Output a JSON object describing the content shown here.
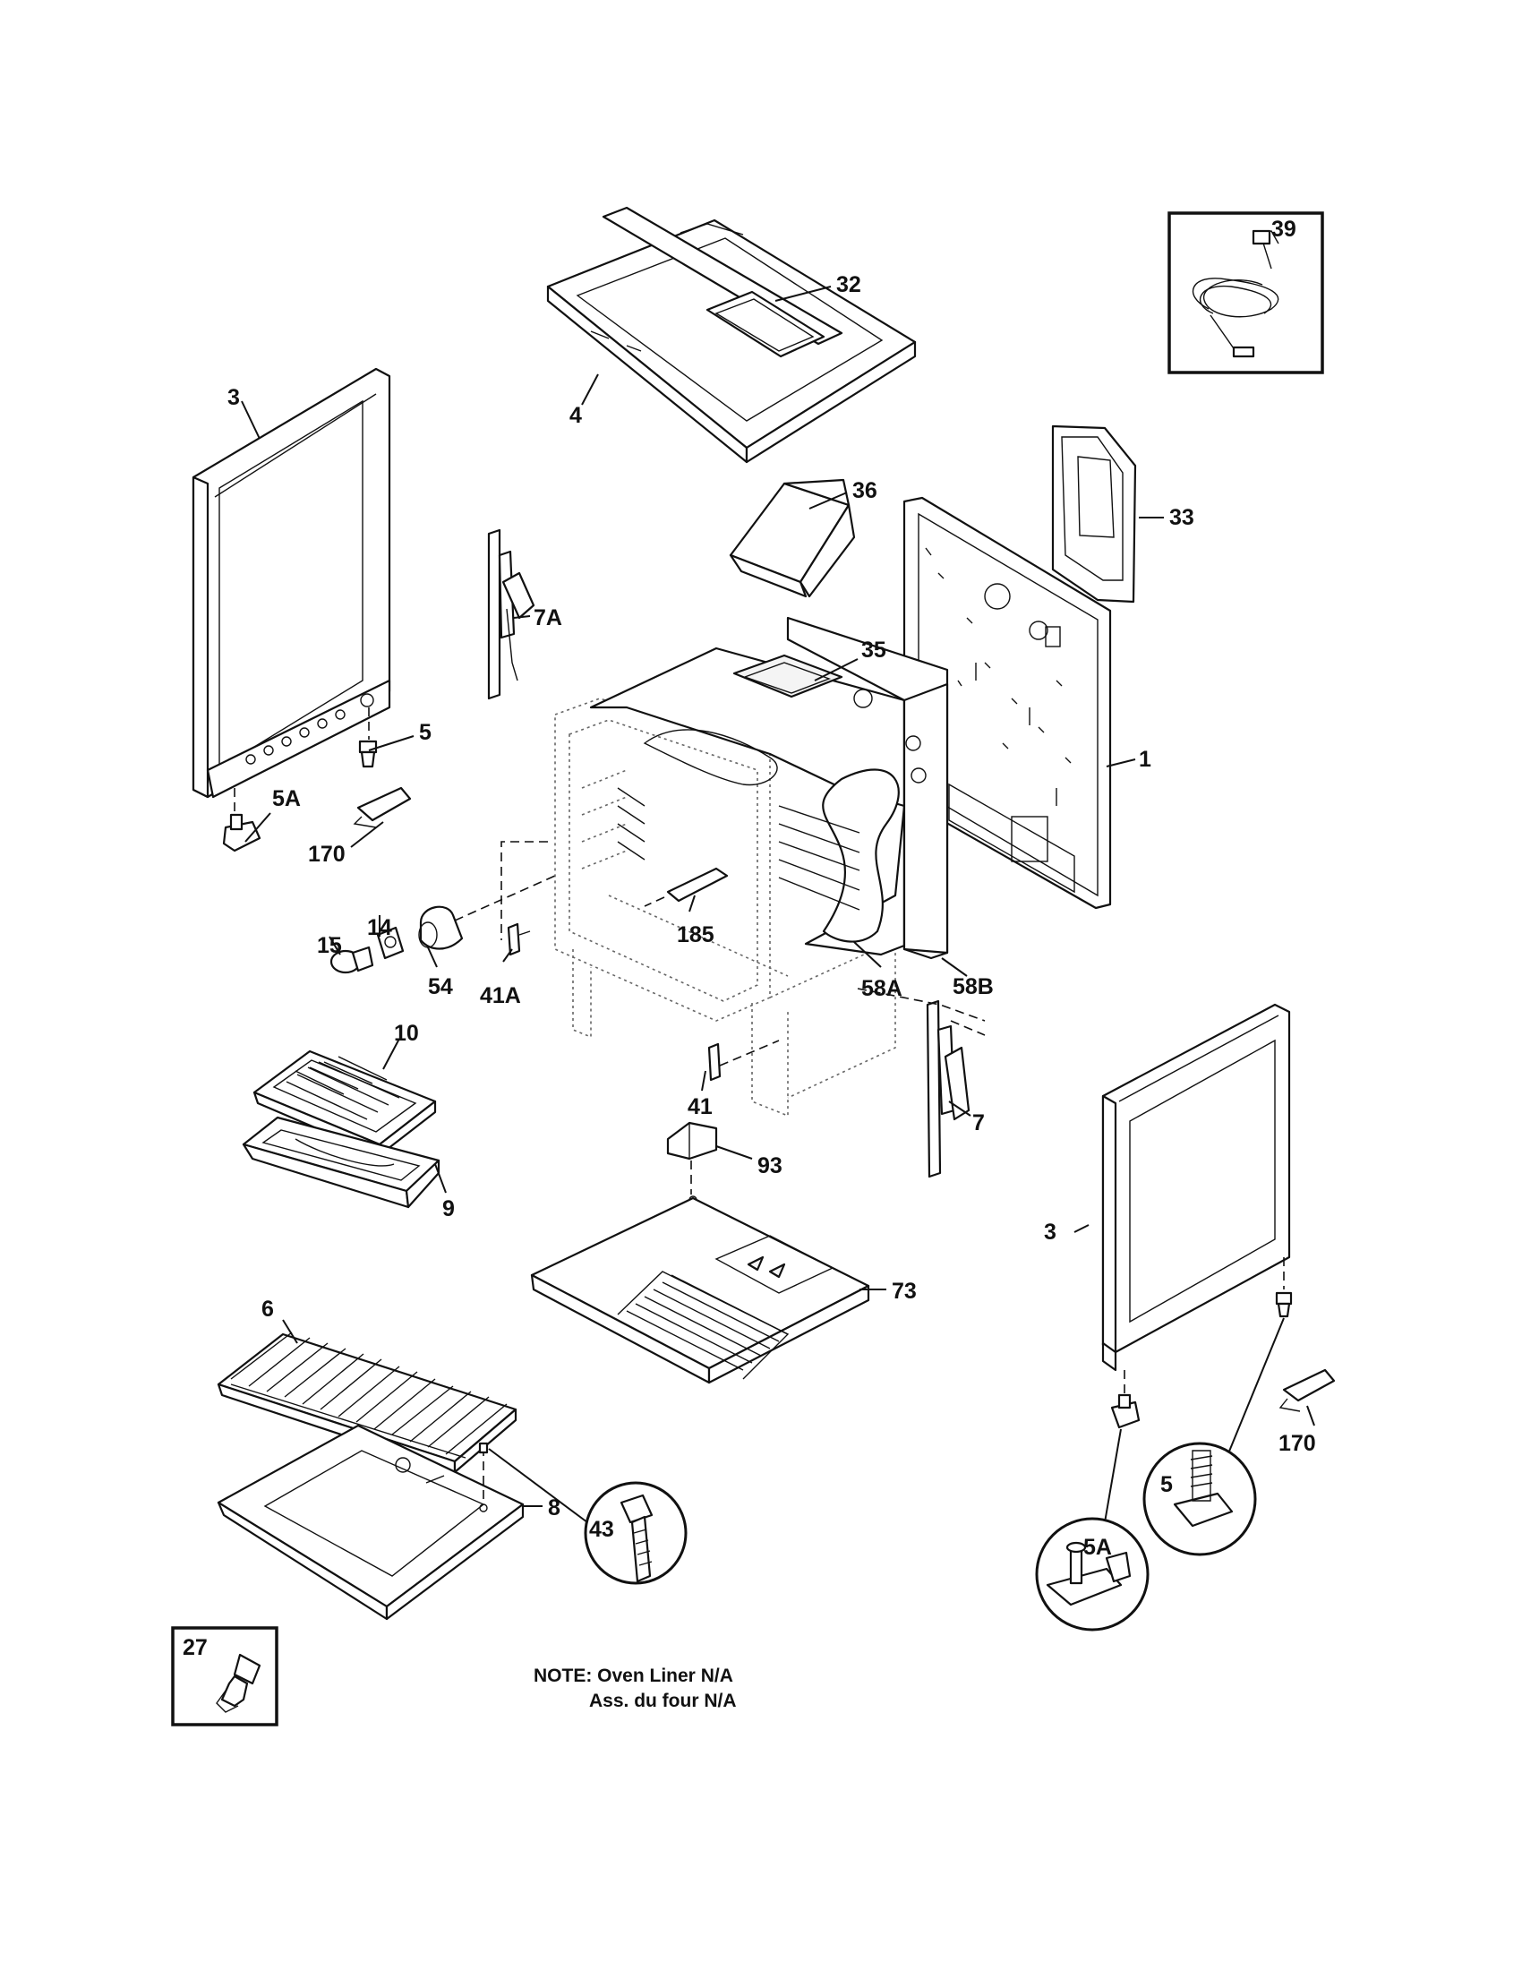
{
  "callouts": {
    "p1": "1",
    "p3_left": "3",
    "p3_right": "3",
    "p4": "4",
    "p5_left": "5",
    "p5_circle": "5",
    "p5a_left": "5A",
    "p5a_circle": "5A",
    "p6": "6",
    "p7": "7",
    "p7a": "7A",
    "p8": "8",
    "p9": "9",
    "p10": "10",
    "p14": "14",
    "p15": "15",
    "p27": "27",
    "p32": "32",
    "p33": "33",
    "p35": "35",
    "p36": "36",
    "p39": "39",
    "p41": "41",
    "p41a": "41A",
    "p43": "43",
    "p54": "54",
    "p58a": "58A",
    "p58b": "58B",
    "p73": "73",
    "p93": "93",
    "p170_left": "170",
    "p170_right": "170",
    "p185": "185"
  },
  "note": {
    "line1": "NOTE: Oven Liner N/A",
    "line2": "Ass. du four N/A"
  }
}
